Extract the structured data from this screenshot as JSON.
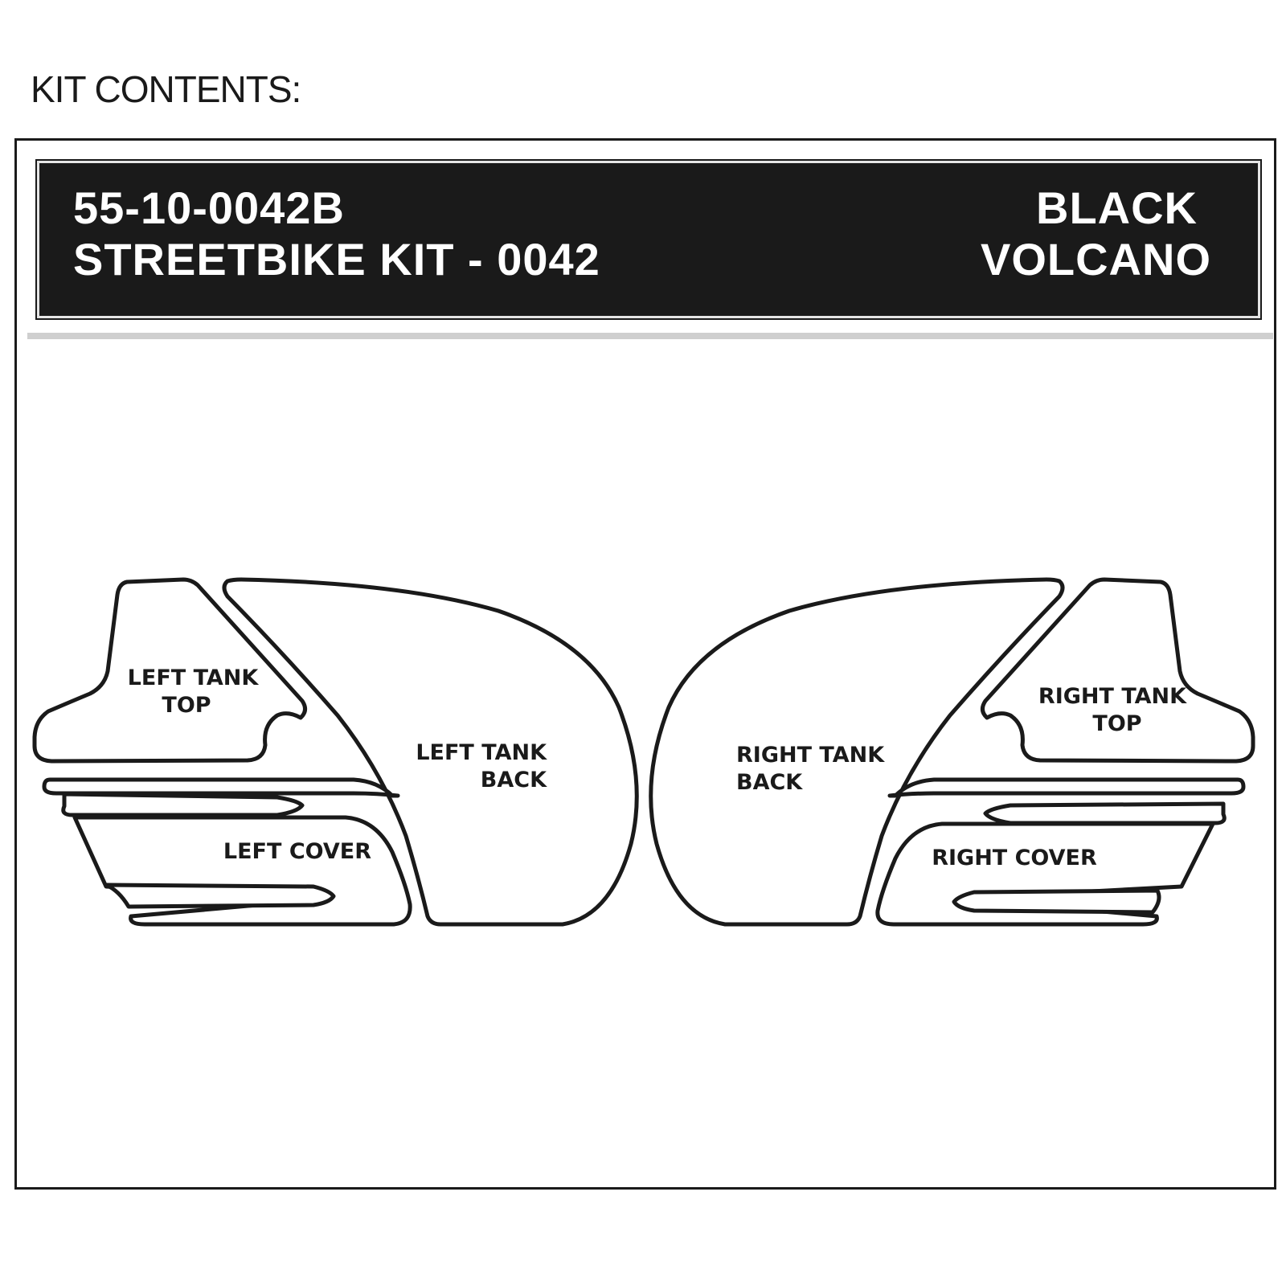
{
  "heading": "KIT CONTENTS:",
  "header": {
    "part_number": "55-10-0042B",
    "kit_name": "STREETBIKE KIT - 0042",
    "color_line1": "BLACK",
    "color_line2": "VOLCANO"
  },
  "pieces": {
    "left_tank_top": [
      "LEFT TANK",
      "TOP"
    ],
    "left_tank_back": [
      "LEFT TANK",
      "BACK"
    ],
    "left_cover": [
      "LEFT COVER"
    ],
    "right_tank_back": [
      "RIGHT TANK",
      "BACK"
    ],
    "right_tank_top": [
      "RIGHT TANK",
      "TOP"
    ],
    "right_cover": [
      "RIGHT COVER"
    ]
  },
  "colors": {
    "header_background": "#1a1a1a",
    "header_text": "#ffffff",
    "outline": "#1a1a1a"
  }
}
